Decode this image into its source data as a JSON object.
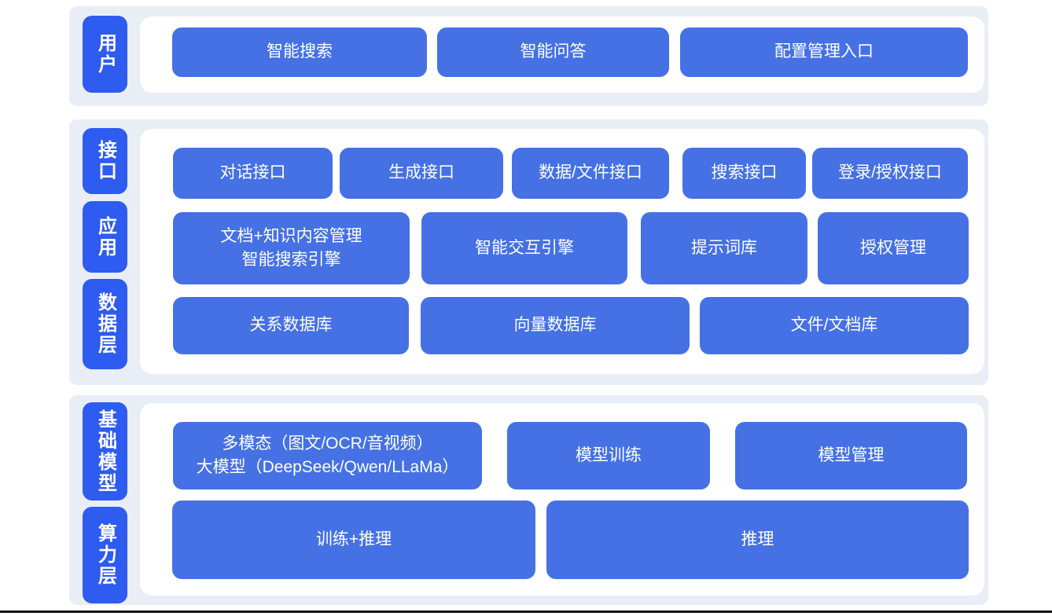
{
  "colors": {
    "page_bg": "#ffffff",
    "band_bg": "#e9eef6",
    "panel_bg": "#ffffff",
    "label_box": "#2e5bf0",
    "content_box": "#4571e4",
    "box_text": "#ffffff",
    "divider": "#101010"
  },
  "bands": [
    {
      "name": "user-layer",
      "labels": [
        "用户"
      ],
      "rows": [
        [
          "智能搜索",
          "智能问答",
          "配置管理入口"
        ]
      ]
    },
    {
      "name": "interface-application-data-layer",
      "labels": [
        "接口",
        "应用",
        "数据层"
      ],
      "rows": [
        [
          "对话接口",
          "生成接口",
          "数据/文件接口",
          "搜索接口",
          "登录/授权接口"
        ],
        [
          "文档+知识内容管理\n智能搜索引擎",
          "智能交互引擎",
          "提示词库",
          "授权管理"
        ],
        [
          "关系数据库",
          "向量数据库",
          "文件/文档库"
        ]
      ]
    },
    {
      "name": "foundation-model-compute-layer",
      "labels": [
        "基础模型",
        "算力层"
      ],
      "rows": [
        [
          "多模态（图文/OCR/音视频）\n大模型（DeepSeek/Qwen/LLaMa）",
          "模型训练",
          "模型管理"
        ],
        [
          "训练+推理",
          "推理"
        ]
      ]
    }
  ]
}
